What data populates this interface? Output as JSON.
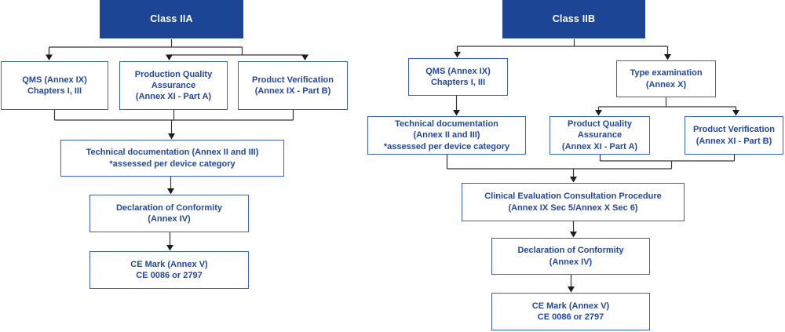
{
  "colors": {
    "header_bg": "#1d4596",
    "header_text": "#ffffff",
    "box_border": "#3a62b5",
    "box_text": "#2248a0",
    "connector_line": "#363636"
  },
  "class_iia": {
    "title": "Class IIA",
    "qms": {
      "line1": "QMS (Annex IX)",
      "line2": "Chapters I, III"
    },
    "production_qa": {
      "line1": "Production Quality",
      "line2": "Assurance",
      "line3": "(Annex XI - Part A)"
    },
    "product_verification": {
      "line1": "Product Verification",
      "line2": "(Annex IX - Part B)"
    },
    "technical_doc": {
      "line1": "Technical documentation (Annex II and III)",
      "line2": "*assessed per device category"
    },
    "declaration": {
      "line1": "Declaration of Conformity",
      "line2": "(Annex IV)"
    },
    "ce_mark": {
      "line1": "CE Mark (Annex V)",
      "line2": "CE 0086 or 2797"
    }
  },
  "class_iib": {
    "title": "Class IIB",
    "qms": {
      "line1": "QMS (Annex IX)",
      "line2": "Chapters I, III"
    },
    "type_exam": {
      "line1": "Type examination",
      "line2": "(Annex X)"
    },
    "technical_doc": {
      "line1": "Technical documentation",
      "line2": "(Annex II and III)",
      "line3": "*assessed per device category"
    },
    "product_qa": {
      "line1": "Product Quality",
      "line2": "Assurance",
      "line3": "(Annex XI - Part A)"
    },
    "product_verification": {
      "line1": "Product Verification",
      "line2": "(Annex XI - Part B)"
    },
    "clinical_eval": {
      "line1": "Clinical Evaluation Consultation Procedure",
      "line2": "(Annex IX Sec 5/Annex X Sec 6)"
    },
    "declaration": {
      "line1": "Declaration of Conformity",
      "line2": "(Annex IV)"
    },
    "ce_mark": {
      "line1": "CE Mark (Annex V)",
      "line2": "CE 0086 or 2797"
    }
  }
}
